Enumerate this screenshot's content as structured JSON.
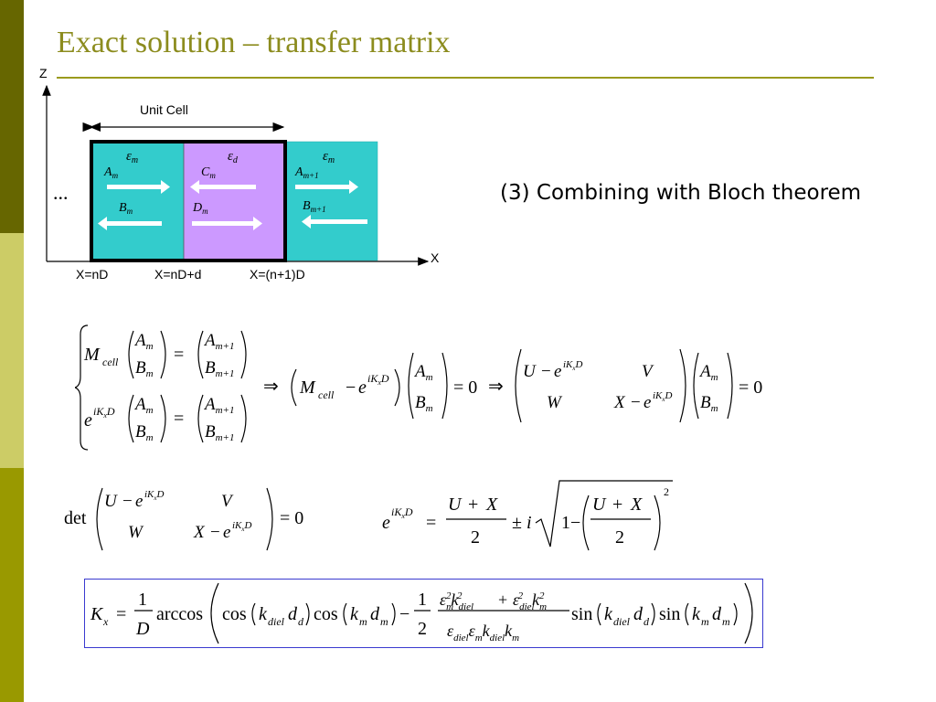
{
  "slide": {
    "title": "Exact solution – transfer matrix",
    "bullet_text": "(3) Combining with Bloch theorem",
    "colors": {
      "sidebar_dark": "#666600",
      "sidebar_light": "#cccc66",
      "sidebar_mid": "#999900",
      "title": "#8c8c1e",
      "rule": "#9a9a1c",
      "metal_layer": "#33cccc",
      "dielectric_layer": "#cc99ff",
      "formula_box_border": "#3a3ad0"
    }
  },
  "diagram": {
    "axis_z": "Z",
    "axis_x": "X",
    "unit_cell_label": "Unit Cell",
    "ellipsis": "...",
    "eps_m": "ε",
    "eps_m_sub": "m",
    "eps_d": "ε",
    "eps_d_sub": "d",
    "amp_A": "A",
    "amp_A_sub": "m",
    "amp_B": "B",
    "amp_B_sub": "m",
    "amp_C": "C",
    "amp_C_sub": "m",
    "amp_D": "D",
    "amp_D_sub": "m",
    "amp_A_next": "A",
    "amp_A_next_sub": "m+1",
    "amp_B_next": "B",
    "amp_B_next_sub": "m+1",
    "pos_1": "X=nD",
    "pos_2": "X=nD+d",
    "pos_3": "X=(n+1)D"
  },
  "equations": {
    "system_description": "M_cell (A_m, B_m) = (A_m+1, B_m+1); e^{iK_x D} (A_m, B_m) = (A_m+1, B_m+1)",
    "implication": "⇒ (M_cell − e^{iK_x D})(A_m, B_m) = 0 ⇒ [[U − e^{iK_x D}, V],[W, X − e^{iK_x D}]](A_m, B_m) = 0",
    "determinant": "det[[U − e^{iK_x D}, V],[W, X − e^{iK_x D}]] = 0",
    "bloch_solution": "e^{iK_x D} = (U+X)/2 ± i sqrt(1 − ((U+X)/2)^2)",
    "dispersion": "K_x = (1/D) arccos( cos(k_diel d_d) cos(k_m d_m) − (1/2)(ε_m^2 k_diel^2 + ε_diel^2 k_m^2)/(ε_diel ε_m k_diel k_m) sin(k_diel d_d) sin(k_m d_m) )"
  }
}
